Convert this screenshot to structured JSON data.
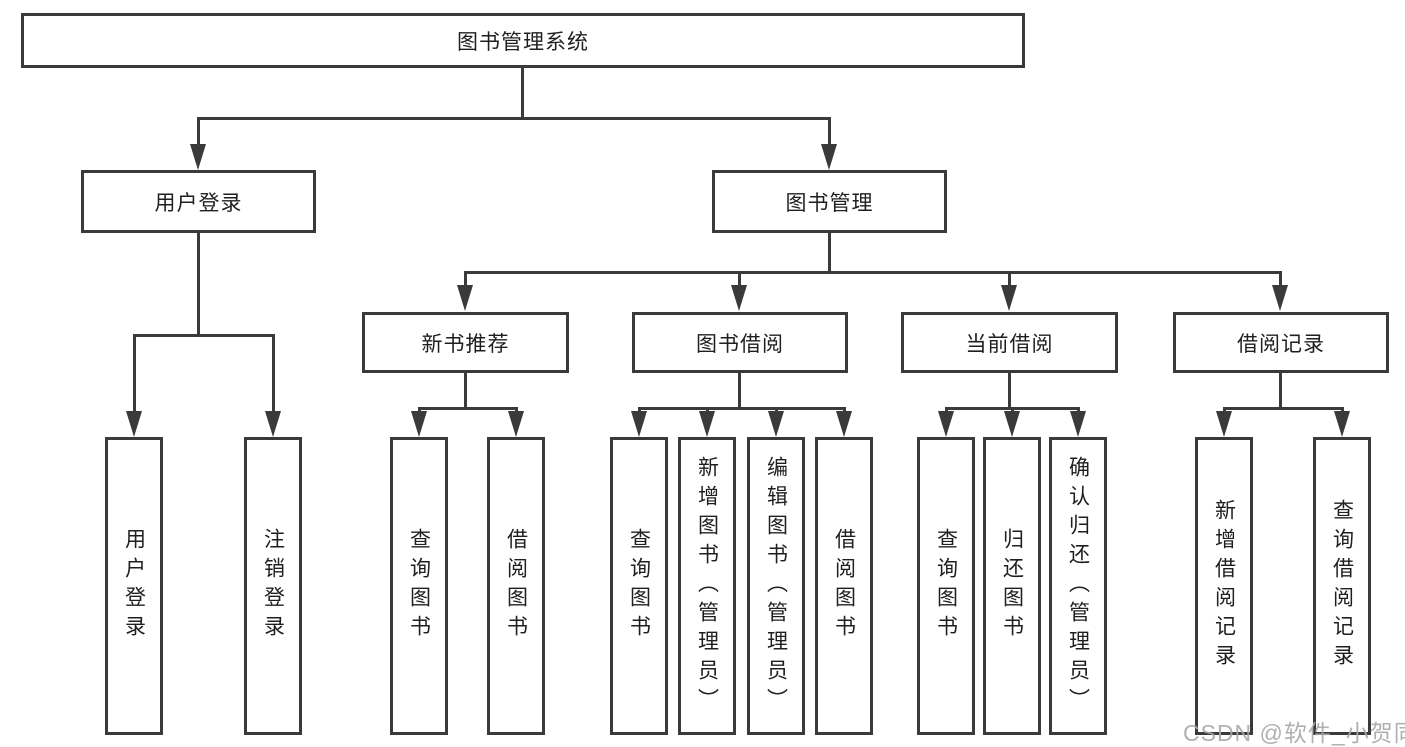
{
  "diagram": {
    "root": {
      "label": "图书管理系统"
    },
    "user_login": {
      "label": "用户登录",
      "children": [
        {
          "label": "用户登录"
        },
        {
          "label": "注销登录"
        }
      ]
    },
    "book_mgmt": {
      "label": "图书管理",
      "children": [
        {
          "label": "新书推荐",
          "children": [
            {
              "label": "查询图书"
            },
            {
              "label": "借阅图书"
            }
          ]
        },
        {
          "label": "图书借阅",
          "children": [
            {
              "label": "查询图书"
            },
            {
              "label": "新增图书（管理员）"
            },
            {
              "label": "编辑图书（管理员）"
            },
            {
              "label": "借阅图书"
            }
          ]
        },
        {
          "label": "当前借阅",
          "children": [
            {
              "label": "查询图书"
            },
            {
              "label": "归还图书"
            },
            {
              "label": "确认归还（管理员）"
            }
          ]
        },
        {
          "label": "借阅记录",
          "children": [
            {
              "label": "新增借阅记录"
            },
            {
              "label": "查询借阅记录"
            }
          ]
        }
      ]
    },
    "watermark": "CSDN @软件_小贺同学",
    "colors": {
      "line": "#3a3a3a",
      "text": "#1f1f1f",
      "watermark_text": "#a8a8a8",
      "background": "#ffffff"
    }
  }
}
